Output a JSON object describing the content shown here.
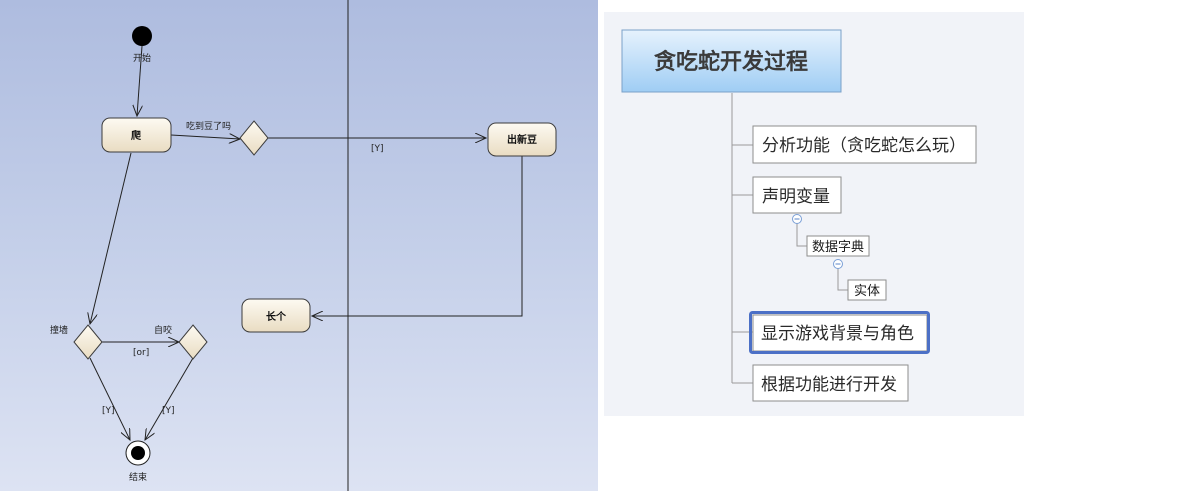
{
  "activity_diagram": {
    "start_label": "开始",
    "end_label": "结束",
    "actions": {
      "crawl": "爬",
      "new_bean": "出新豆",
      "grow": "长个"
    },
    "edge_labels": {
      "ate_bean": "吃到豆了吗",
      "yes_to_new_bean": "[Y]",
      "hit_wall": "撞墙",
      "self_bite": "自咬",
      "or": "[or]",
      "yes_left": "[Y]",
      "yes_right": "[Y]"
    }
  },
  "mindmap": {
    "root": "贪吃蛇开发过程",
    "nodes": [
      "分析功能（贪吃蛇怎么玩）",
      "声明变量",
      "显示游戏背景与角色",
      "根据功能进行开发"
    ],
    "subnodes": {
      "data_dictionary": "数据字典",
      "entity": "实体"
    },
    "selected_node": "显示游戏背景与角色",
    "colors": {
      "selection": "#4c70c6",
      "root_fill_top": "#e6f2fd",
      "root_fill_bottom": "#9fcdf4"
    }
  }
}
